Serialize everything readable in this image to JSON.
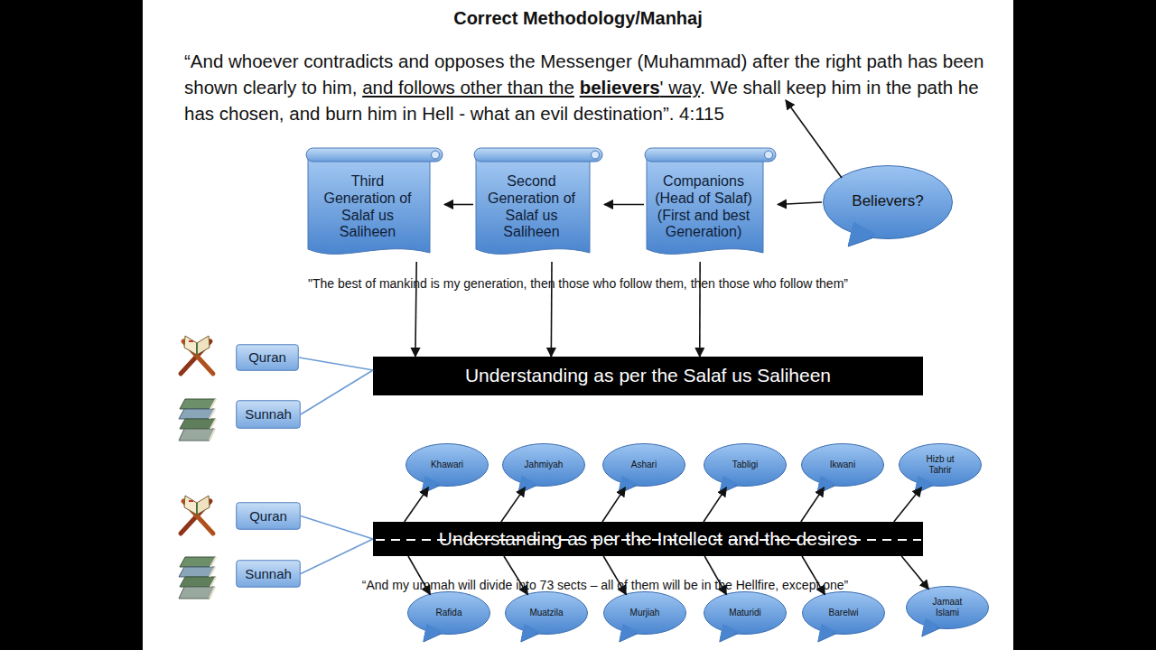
{
  "diagram": {
    "title": "Correct Methodology/Manhaj",
    "nodes": [
      {
        "text": [
          "Third Generation of Salaf us Saliheen"
        ]
      },
      {
        "text": [
          "Second Generation of Salaf us Saliheen"
        ]
      },
      {
        "text": [
          "Companions (Head of Salaf) (First and best Generation)"
        ]
      },
      {
        "text": [
          "Believers?"
        ]
      },
      {
        "text": [
          "Quran"
        ]
      },
      {
        "text": [
          "Sunnah"
        ]
      },
      {
        "text": [
          "Understanding as per the Salaf us Saliheen"
        ]
      },
      {
        "text": [
          "Khawari"
        ]
      },
      {
        "text": [
          "Jahmiyah"
        ]
      },
      {
        "text": [
          "Ashari"
        ]
      },
      {
        "text": [
          "Tabligi"
        ]
      },
      {
        "text": [
          "Ikwani"
        ]
      },
      {
        "text": [
          "Hizb ut Tahrir"
        ]
      },
      {
        "text": [
          "Quran"
        ]
      },
      {
        "text": [
          "Sunnah"
        ]
      },
      {
        "text": [
          "Understanding as per the Intellect and the desires"
        ]
      },
      {
        "text": [
          "Rafida"
        ]
      },
      {
        "text": [
          "Muatzila"
        ]
      },
      {
        "text": [
          "Murjiah"
        ]
      },
      {
        "text": [
          "Maturidi"
        ]
      },
      {
        "text": [
          "Barelwi"
        ]
      },
      {
        "text": [
          "Jamaat Islami"
        ]
      }
    ],
    "edges": [
      {
        "from": 3,
        "to": 2,
        "arrow": "to"
      },
      {
        "from": 2,
        "to": 1,
        "arrow": "to"
      },
      {
        "from": 1,
        "to": 0,
        "arrow": "to"
      },
      {
        "from": 0,
        "to": 6,
        "arrow": "to"
      },
      {
        "from": 1,
        "to": 6,
        "arrow": "to"
      },
      {
        "from": 2,
        "to": 6,
        "arrow": "to"
      },
      {
        "from": 4,
        "to": 6,
        "arrow": "none"
      },
      {
        "from": 5,
        "to": 6,
        "arrow": "none"
      },
      {
        "from": 15,
        "to": 7,
        "arrow": "to"
      },
      {
        "from": 15,
        "to": 8,
        "arrow": "to"
      },
      {
        "from": 15,
        "to": 9,
        "arrow": "to"
      },
      {
        "from": 15,
        "to": 10,
        "arrow": "to"
      },
      {
        "from": 15,
        "to": 11,
        "arrow": "to"
      },
      {
        "from": 15,
        "to": 12,
        "arrow": "to"
      },
      {
        "from": 13,
        "to": 15,
        "arrow": "none"
      },
      {
        "from": 14,
        "to": 15,
        "arrow": "none"
      },
      {
        "from": 15,
        "to": 16,
        "arrow": "to"
      },
      {
        "from": 15,
        "to": 17,
        "arrow": "to"
      },
      {
        "from": 15,
        "to": 18,
        "arrow": "to"
      },
      {
        "from": 15,
        "to": 19,
        "arrow": "to"
      },
      {
        "from": 15,
        "to": 20,
        "arrow": "to"
      },
      {
        "from": 15,
        "to": 21,
        "arrow": "to"
      }
    ],
    "labels": [
      "“And whoever contradicts and opposes the Messenger (Muhammad) after the right path has been shown clearly to him,",
      "and follows other than the",
      "believers",
      "' way",
      ". We shall keep him in the path he has chosen, and burn him in Hell - what an evil destination”. 4:115",
      "\"The best of mankind is my generation, then those who follow them, then those who follow them”",
      "“And my ummah will divide into 73 sects – all of them will be in the Hellfire, except one”"
    ]
  }
}
